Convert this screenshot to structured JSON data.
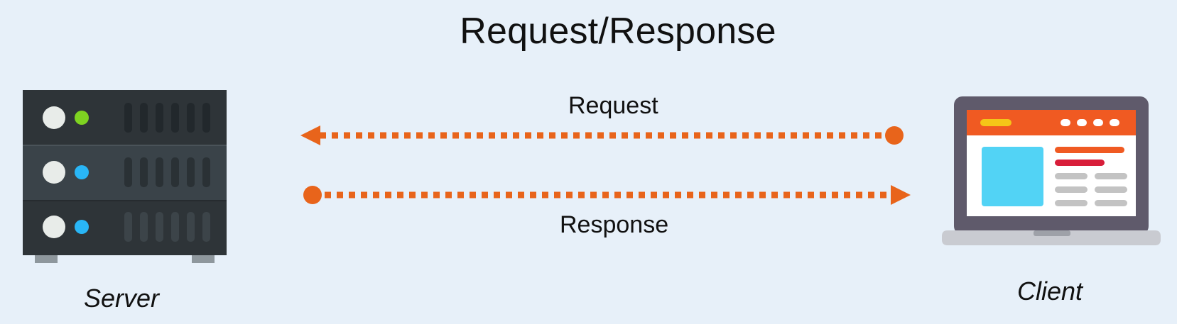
{
  "title": "Request/Response",
  "request_label": "Request",
  "response_label": "Response",
  "server_label": "Server",
  "client_label": "Client",
  "colors": {
    "background": "#e7f0f9",
    "arrow": "#e8641b",
    "server_body": "#2e3438",
    "server_middle": "#3a4349",
    "server_vent": "#22282c",
    "led_green": "#7ed321",
    "led_blue": "#29b6f6",
    "laptop_frame": "#5f5a6b",
    "laptop_base": "#c9cbd1",
    "browser_bar": "#f05a22",
    "browser_accent": "#f5c518",
    "content_block": "#52d3f5",
    "text_red": "#d81e3a",
    "text_gray": "#c3c3c3"
  },
  "icons": [
    "server-icon",
    "laptop-icon"
  ]
}
